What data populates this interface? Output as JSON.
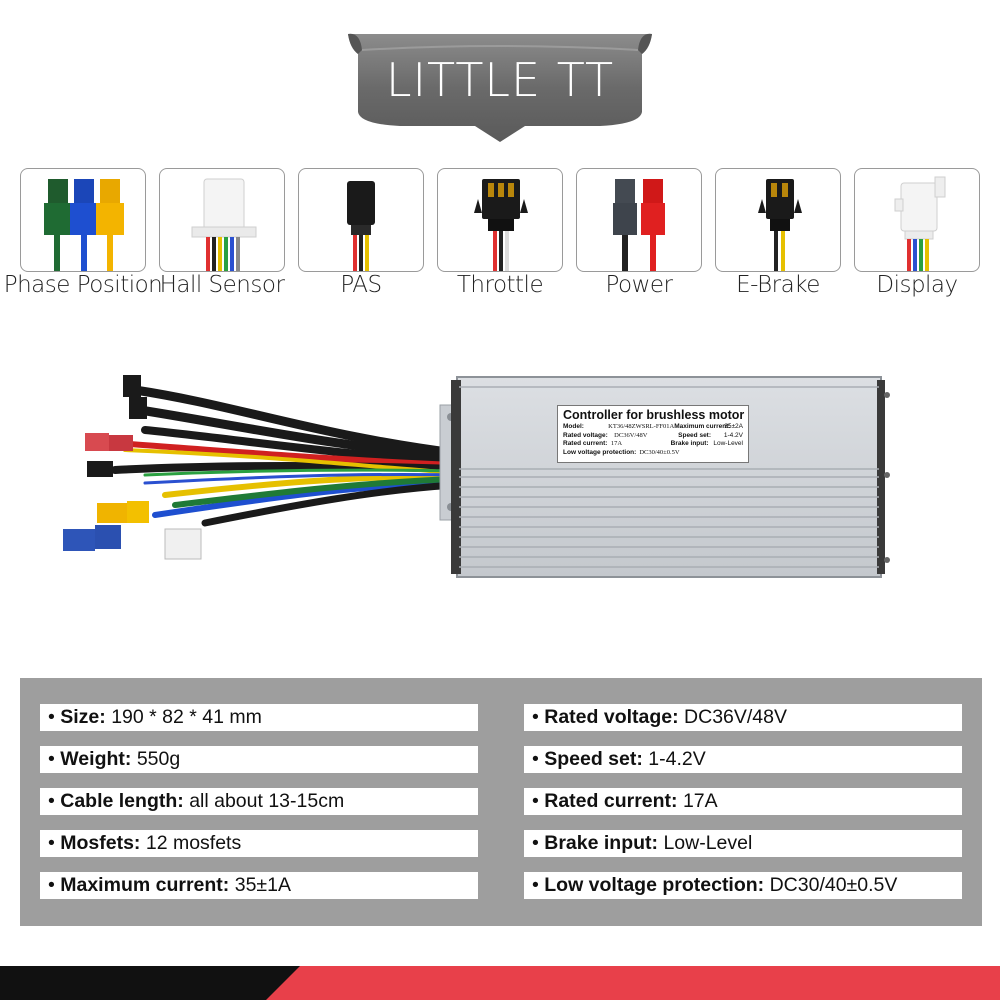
{
  "brand": {
    "name": "LITTLE TT"
  },
  "connectors": [
    {
      "label": "Phase Position",
      "icon": "phase-position-connector-icon"
    },
    {
      "label": "Hall Sensor",
      "icon": "hall-sensor-connector-icon"
    },
    {
      "label": "PAS",
      "icon": "pas-connector-icon"
    },
    {
      "label": "Throttle",
      "icon": "throttle-connector-icon"
    },
    {
      "label": "Power",
      "icon": "power-connector-icon"
    },
    {
      "label": "E-Brake",
      "icon": "e-brake-connector-icon"
    },
    {
      "label": "Display",
      "icon": "display-connector-icon"
    }
  ],
  "product_label": {
    "title": "Controller for brushless motor",
    "rows": [
      {
        "k1": "Model:",
        "v1": "KT36/48ZWSRL-FF01A",
        "k2": "Maximum current:",
        "v2": "35±2A"
      },
      {
        "k1": "Rated voltage:",
        "v1": "DC36V/48V",
        "k2": "Speed set:",
        "v2": "1-4.2V"
      },
      {
        "k1": "Rated current:",
        "v1": "17A",
        "k2": "Brake input:",
        "v2": "Low-Level"
      },
      {
        "k1": "Low voltage protection:",
        "v1": "DC30/40±0.5V",
        "k2": "",
        "v2": ""
      }
    ]
  },
  "specs": {
    "left": [
      {
        "key": "Size:",
        "value": "190 * 82 * 41 mm"
      },
      {
        "key": "Weight:",
        "value": "550g"
      },
      {
        "key": "Cable length:",
        "value": "all about 13-15cm"
      },
      {
        "key": "Mosfets:",
        "value": "12 mosfets"
      },
      {
        "key": "Maximum current:",
        "value": "35±1A"
      }
    ],
    "right": [
      {
        "key": "Rated voltage:",
        "value": "DC36V/48V"
      },
      {
        "key": "Speed set:",
        "value": "1-4.2V"
      },
      {
        "key": "Rated current:",
        "value": "17A"
      },
      {
        "key": "Brake input:",
        "value": "Low-Level"
      },
      {
        "key": "Low voltage protection:",
        "value": "DC30/40±0.5V"
      }
    ]
  },
  "colors": {
    "banner": "#6e6e6e",
    "panel": "#9e9e9e",
    "accent_red": "#e8404a",
    "footer_black": "#111111"
  }
}
